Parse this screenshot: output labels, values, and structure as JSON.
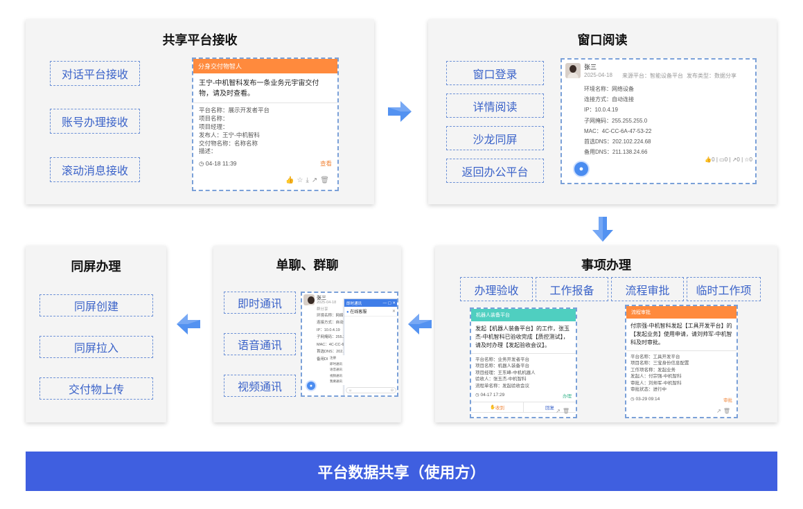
{
  "panels": {
    "receive": {
      "title": "共享平台接收",
      "chips": [
        "对话平台接收",
        "账号办理接收",
        "滚动消息接收"
      ],
      "card": {
        "header": "分身交付物智人",
        "body": "王宁-中机智科发布一条业务元宇宙交付物，请及时查看。",
        "fields": [
          "平台名称：展示开发者平台",
          "项目名称：",
          "项目经理：",
          "发布人：王宁-中机智科",
          "交付物名称：名称名称",
          "描述："
        ],
        "time": "04-18 11:39",
        "link": "查看"
      }
    },
    "window": {
      "title": "窗口阅读",
      "chips": [
        "窗口登录",
        "详情阅读",
        "沙龙同屏",
        "返回办公平台"
      ],
      "card": {
        "name": "张三",
        "date": "2025-04-18",
        "source": "来源平台：智能设备平台",
        "type": "发布类型：数据分享",
        "fields": [
          "环境名称：网络设备",
          "连接方式：自动连接",
          "IP：10.0.4.19",
          "子网掩码：255.255.255.0",
          "MAC：4C-CC-6A-47-53-22",
          "首选DNS：202.102.224.68",
          "备用DNS：211.138.24.66"
        ],
        "stats": [
          "0",
          "0",
          "0",
          "0"
        ]
      }
    },
    "affairs": {
      "title": "事项办理",
      "chips": [
        "办理验收",
        "工作报备",
        "流程审批",
        "临时工作项"
      ],
      "card1": {
        "header": "机器人装备平台",
        "body": "发起【机器人装备平台】的工作，张玉杰-中机智科已验收完成【质控测试】，请及时办理【发起验收会议】。",
        "fields": [
          "平台名称：业务开发者平台",
          "项目名称：机器人装备平台",
          "项目经理：王东峰-中机机器人",
          "验收人：张玉杰-中机智科",
          "流程单名称：发起验收会议"
        ],
        "time": "04-17 17:29",
        "link": "办理",
        "btn1": "收到",
        "btn2": "回复"
      },
      "card2": {
        "header": "流程审批",
        "body": "付宗强-中机智科发起【工具开发平台】的【发起业务】使用申请，请刘帅军-中机智科及时审批。",
        "fields": [
          "平台名称：工具开发平台",
          "项目名称：三宝身份信息配置",
          "工作项名称：发起业务",
          "发起人：付宗强-中机智科",
          "审批人：刘帅军-中机智科",
          "审批状态：进行中"
        ],
        "time": "03-29 09:14",
        "link": "审批"
      }
    },
    "chat": {
      "title": "单聊、群聊",
      "chips": [
        "即时通讯",
        "语音通讯",
        "视频通讯"
      ],
      "card": {
        "name": "张三",
        "date": "2025-04-18",
        "sub": "群分享",
        "fields": [
          "环境名称：网络设备",
          "连接方式：自动连接",
          "IP：10.0.4.19",
          "子网掩码：255.255.",
          "MAC：4C-CC-6A-4",
          "首选DNS：202.102.",
          "备用DNS：211.138."
        ],
        "popup_title": "即时通讯",
        "popup_service": "在线客服",
        "menu": [
          "注册",
          "即时通讯",
          "语音通讯",
          "视频通讯",
          "我要通讯"
        ]
      }
    },
    "same": {
      "title": "同屏办理",
      "chips": [
        "同屏创建",
        "同屏拉入",
        "交付物上传"
      ]
    }
  },
  "bottom_bar": "平台数据共享（使用方）",
  "colors": {
    "accent": "#3f5fe0",
    "orange": "#ff8a3d",
    "teal": "#4fcfc0",
    "arrow": "#4a8cf0"
  }
}
